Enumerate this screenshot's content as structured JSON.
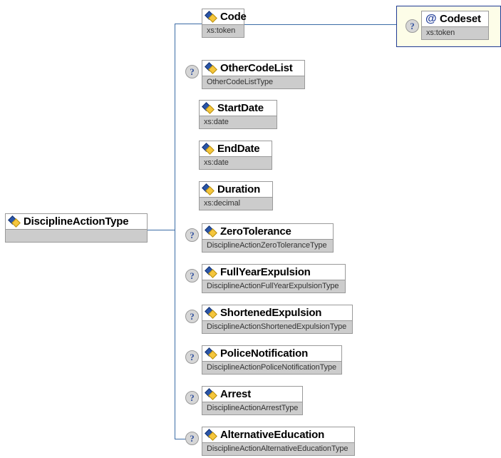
{
  "diagram": {
    "title": "DisciplineActionType XML schema element diagram",
    "root": {
      "name": "DisciplineActionType",
      "type": "",
      "icon": "element-icon"
    },
    "children": [
      {
        "name": "Code",
        "type": "xs:token",
        "optional": false,
        "icon": "element-icon"
      },
      {
        "name": "OtherCodeList",
        "type": "OtherCodeListType",
        "optional": true,
        "icon": "element-icon"
      },
      {
        "name": "StartDate",
        "type": "xs:date",
        "optional": false,
        "icon": "element-icon"
      },
      {
        "name": "EndDate",
        "type": "xs:date",
        "optional": false,
        "icon": "element-icon"
      },
      {
        "name": "Duration",
        "type": "xs:decimal",
        "optional": false,
        "icon": "element-icon"
      },
      {
        "name": "ZeroTolerance",
        "type": "DisciplineActionZeroToleranceType",
        "optional": true,
        "icon": "element-icon"
      },
      {
        "name": "FullYearExpulsion",
        "type": "DisciplineActionFullYearExpulsionType",
        "optional": true,
        "icon": "element-icon"
      },
      {
        "name": "ShortenedExpulsion",
        "type": "DisciplineActionShortenedExpulsionType",
        "optional": true,
        "icon": "element-icon"
      },
      {
        "name": "PoliceNotification",
        "type": "DisciplineActionPoliceNotificationType",
        "optional": true,
        "icon": "element-icon"
      },
      {
        "name": "Arrest",
        "type": "DisciplineActionArrestType",
        "optional": true,
        "icon": "element-icon"
      },
      {
        "name": "AlternativeEducation",
        "type": "DisciplineActionAlternativeEducationType",
        "optional": true,
        "icon": "element-icon"
      }
    ],
    "attribute": {
      "name": "Codeset",
      "type": "xs:token",
      "optional": true,
      "icon": "at-icon",
      "parent": "Code"
    },
    "optional_marker": "?",
    "colors": {
      "connector": "#3b6ba5",
      "node_border": "#9a9a9a",
      "type_row": "#cccccc",
      "attr_container_bg": "#fdfde8",
      "attr_container_border": "#1f3a93",
      "icon_blue": "#2a55a8",
      "icon_gold": "#f5c63c",
      "attr_symbol": "#24409a",
      "background": "#ffffff"
    }
  }
}
